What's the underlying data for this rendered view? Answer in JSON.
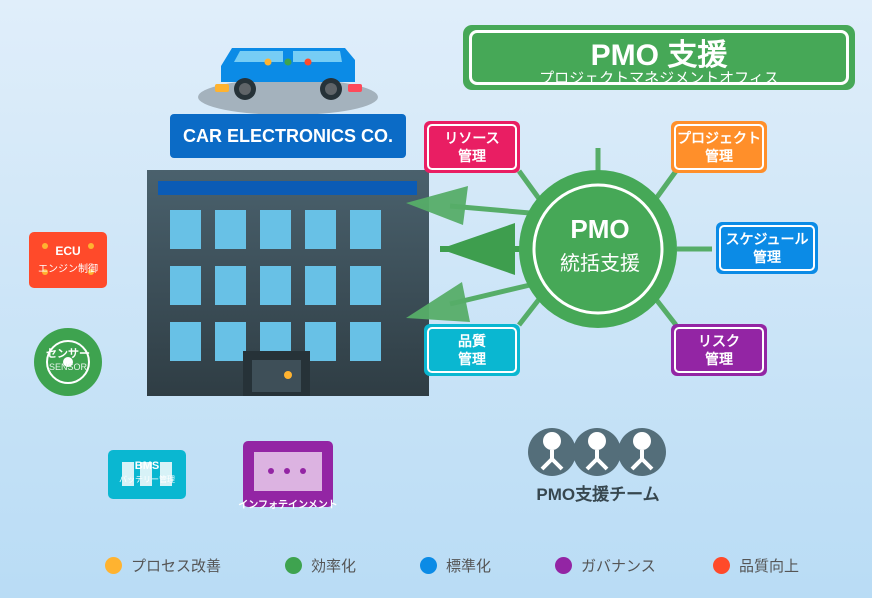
{
  "header": {
    "title": "PMO 支援",
    "subtitle": "プロジェクトマネジメントオフィス"
  },
  "company": {
    "name": "CAR ELECTRONICS CO."
  },
  "center": {
    "title": "PMO",
    "subtitle": "統括支援"
  },
  "functions": [
    {
      "line1": "リソース",
      "line2": "管理",
      "color": "#e91e63"
    },
    {
      "line1": "プロジェクト",
      "line2": "管理",
      "color": "#ff8f2a"
    },
    {
      "line1": "スケジュール",
      "line2": "管理",
      "color": "#0b8be6"
    },
    {
      "line1": "品質",
      "line2": "管理",
      "color": "#0ab7d1"
    },
    {
      "line1": "リスク",
      "line2": "管理",
      "color": "#9325a4"
    }
  ],
  "components": {
    "ecu": {
      "title": "ECU",
      "subtitle": "エンジン制御"
    },
    "sensor": {
      "title": "センサー",
      "subtitle": "SENSOR"
    },
    "bms": {
      "title": "BMS",
      "subtitle": "バッテリー管理"
    },
    "infotainment": {
      "title": "インフォテインメント"
    }
  },
  "team": {
    "label": "PMO支援チーム",
    "member_count": 3
  },
  "legend": [
    {
      "label": "プロセス改善",
      "color": "#ffb330"
    },
    {
      "label": "効率化",
      "color": "#3ea34f"
    },
    {
      "label": "標準化",
      "color": "#0b8be6"
    },
    {
      "label": "ガバナンス",
      "color": "#9325a4"
    },
    {
      "label": "品質向上",
      "color": "#ff4a2a"
    }
  ],
  "colors": {
    "primary_green": "#46a857",
    "company_blue": "#0b6bc6",
    "building_dark": "#37474f",
    "window_blue": "#68c1e6"
  }
}
